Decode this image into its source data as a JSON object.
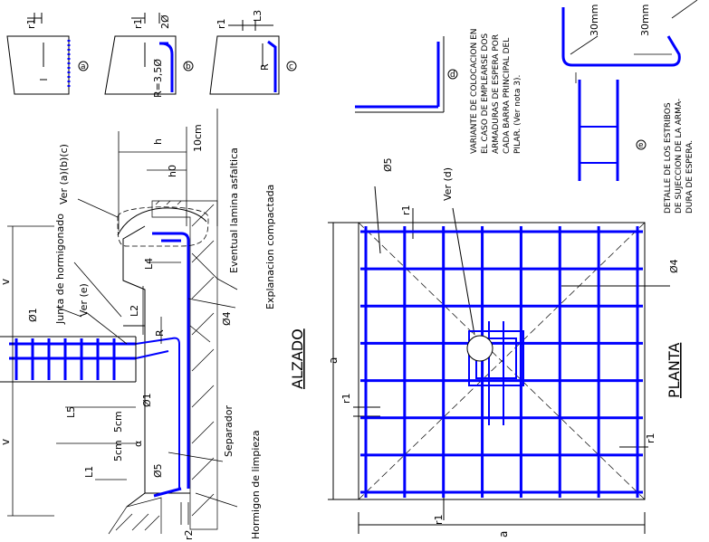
{
  "colors": {
    "background": "#ffffff",
    "ink": "#000000",
    "rebar": "#0000ff",
    "hatch": "#000000"
  },
  "details_top": {
    "a": {
      "mark": "a",
      "dim": "r1"
    },
    "b": {
      "mark": "b",
      "dims": [
        "r1",
        "2Ø"
      ],
      "radius": "R=3,5Ø"
    },
    "c": {
      "mark": "c",
      "dims": [
        "r1",
        "L3"
      ],
      "radius": "R"
    }
  },
  "alzado": {
    "title": "ALZADO",
    "labels": {
      "h": "h",
      "h0": "h0",
      "ten_cm": "10cm",
      "ver_abc": "Ver (a)(b)(c)",
      "lamina": "Eventual lamina asfaltica",
      "explanacion": "Explanacion compactada",
      "junta": "Junta de hormigonado",
      "ver_e": "Ver (e)",
      "phi1_top": "Ø1",
      "L4": "L4",
      "L2": "L2",
      "R": "R",
      "phi4": "Ø4",
      "phi1_mid": "Ø1",
      "L5": "L5",
      "five_cm_a": "5cm",
      "five_cm_b": "5cm",
      "alpha": "α",
      "phi5": "Ø5",
      "separador": "Separador",
      "L1": "L1",
      "hormigon": "Hormigon de limpieza",
      "r2": "r2",
      "v_top": "v",
      "v_bottom": "v"
    }
  },
  "planta": {
    "title": "PLANTA",
    "labels": {
      "phi5": "Ø5",
      "r1_top": "r1",
      "ver_d": "Ver (d)",
      "phi4": "Ø4",
      "a_vert": "a",
      "r1_left": "r1",
      "r1_right": "r1",
      "r1_bottom": "r1",
      "a_horiz": "a"
    },
    "grid_bars": 8
  },
  "note_d": {
    "mark": "d",
    "text": [
      "VARIANTE DE COLOCACION EN",
      "EL CASO DE EMPLEARSE DOS",
      "ARMADURAS DE ESPERA POR",
      "CADA BARRA PRINCIPAL DEL",
      "PILAR. (Ver nota 3)."
    ]
  },
  "note_e": {
    "mark": "e",
    "text": [
      "DETALLE DE LOS ESTRIBOS",
      "DE SUJECCION DE LA ARMA-",
      "DURA DE ESPERA."
    ],
    "dims": [
      "30mm",
      "30mm"
    ]
  }
}
